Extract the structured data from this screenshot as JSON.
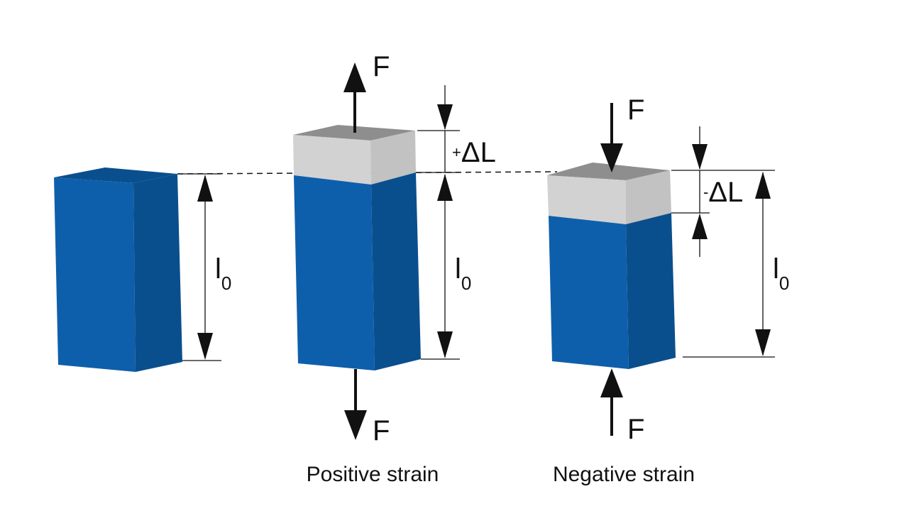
{
  "colors": {
    "block_front": "#0e5fab",
    "block_side": "#0a4f8d",
    "block_top": "#0a4f8d",
    "delta_front": "#d2d2d2",
    "delta_side": "#c2c2c2",
    "delta_top": "#8e8e8e",
    "line": "#111111"
  },
  "labels": {
    "force": "F",
    "length_symbol": "l",
    "length_subscript": "0",
    "plus_sign": "+",
    "minus_sign": "-",
    "delta_l": "ΔL"
  },
  "captions": {
    "positive": "Positive strain",
    "negative": "Negative strain"
  }
}
